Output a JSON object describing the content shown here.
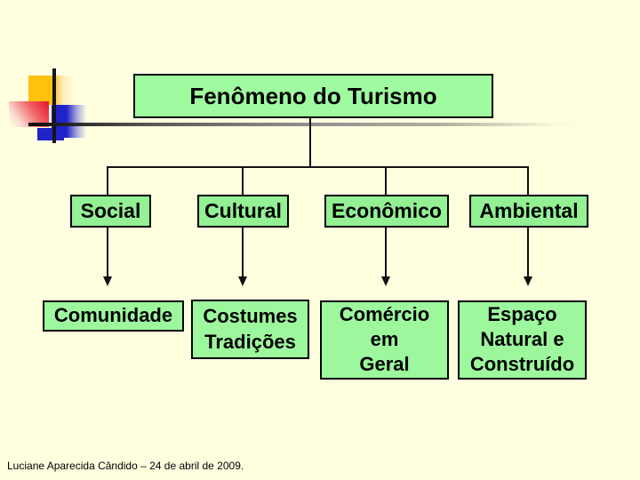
{
  "slide": {
    "title": "Fenômeno do Turismo",
    "footer": "Luciane Aparecida Cândido – 24 de abril de 2009.",
    "colors": {
      "background": "#FFFFE0",
      "title_box_fill": "#9FFB9F",
      "level2_box_fill": "#93F093",
      "level3_box_fill": "#9DF79D",
      "box_border": "#000000",
      "connector": "#111111",
      "logo_yellow": "#FFC10A",
      "logo_red": "#E8112D",
      "logo_blue": "#2023C8",
      "rule_line_gradient_start": "#0A0A0A"
    },
    "diagram": {
      "root": {
        "label": "Fenômeno do Turismo"
      },
      "level2": [
        {
          "label": "Social"
        },
        {
          "label": "Cultural"
        },
        {
          "label": "Econômico"
        },
        {
          "label": "Ambiental"
        }
      ],
      "level3": [
        {
          "lines": [
            "Comunidade"
          ]
        },
        {
          "lines": [
            "Costumes",
            "Tradições"
          ]
        },
        {
          "lines": [
            "Comércio",
            "em",
            "Geral"
          ]
        },
        {
          "lines": [
            "Espaço",
            "Natural e",
            "Construído"
          ]
        }
      ]
    }
  }
}
